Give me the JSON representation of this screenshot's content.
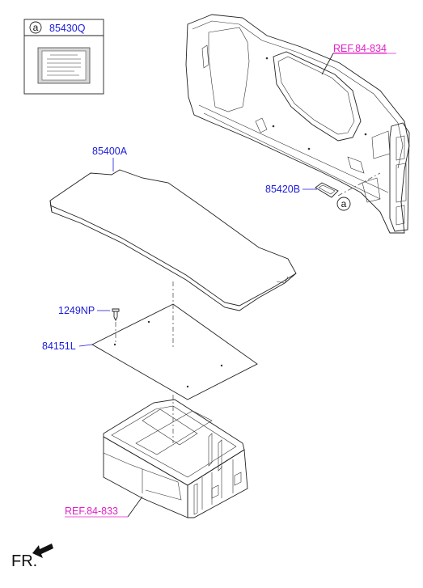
{
  "labels": {
    "legend_circle": "a",
    "legend_part": "85430Q",
    "ref_top": "REF.84-834",
    "part_85400A": "85400A",
    "part_85420B": "85420B",
    "circle_a": "a",
    "part_1249NP": "1249NP",
    "part_84151L": "84151L",
    "ref_bottom": "REF.84-833",
    "front": "FR."
  },
  "colors": {
    "part_number": "#1a1adc",
    "reference": "#e020c8",
    "line": "#222222"
  },
  "icons": [
    "front-direction-arrow-icon",
    "label-sticker-icon",
    "screw-icon"
  ]
}
